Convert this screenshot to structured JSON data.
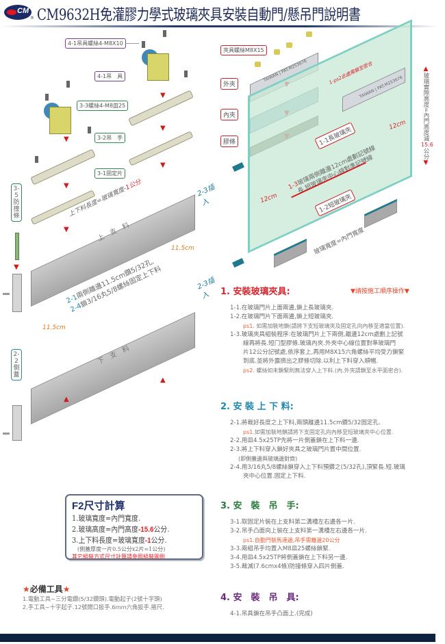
{
  "header": {
    "logo_text": "CM",
    "registered_mark": "®",
    "title": "CM9632H免灌膠力學式玻璃夾具安裝自動門/懸吊門說明書"
  },
  "diagram": {
    "left_labels": {
      "hanger_screw": "4-1吊具螺絲4-M8X10",
      "hanger": "4-1吊　具",
      "screw_33": "3-3螺絲4-M8皿25",
      "hang_hand": "3-2吊　手",
      "fixing_plate": "3-1固定片",
      "bumper_strip": "3-5\n防\n撞\n條",
      "side_cover": "2-2\n側\n蓋"
    },
    "rail_text": {
      "length_formula_prefix": "上下料長度=玻璃寬度",
      "length_formula_suffix": "-1公分",
      "upper_rail": "上　支　料",
      "lower_rail": "下　支　料",
      "dist_115_a": "11.5cm",
      "dist_115_b": "11.5cm",
      "drill_note_1_prefix": "2-1",
      "drill_note_1": "兩側離邊11.5cm鑽5/32孔,",
      "drill_note_2_prefix": "2-4",
      "drill_note_2": "鎖3/16丸5/8螺絲固定上下料",
      "insert_upper": "2-3插入",
      "insert_lower": "2-3插入"
    },
    "right_labels": {
      "clamp_screw": "夾具螺絲M8X15",
      "outer_clamp": "外夾",
      "inner_clamp": "內夾",
      "rubber_strip": "膠條",
      "ps2_note": "1-ps2此處需鎖至密合",
      "clip_brand": "TAIWAN | PAT.M253676",
      "long_clamp": "1-1長玻璃夾",
      "short_clamp": "1-2短玻璃夾",
      "mark_note_prefix": "1-3",
      "mark_note_line1": "玻璃兩側離邊12cm處劃記號線",
      "mark_note_line2": "長.短玻璃夾中心線對準記號線",
      "dist_12_right": "12cm",
      "dist_12_left": "12cm",
      "glass_width": "玻璃寬度=內門寬度",
      "glass_height_label": "玻璃實際高度=內門高度減",
      "glass_height_value": "15.6",
      "glass_height_unit": "公分"
    }
  },
  "sections": [
    {
      "title": "1. 安裝玻璃夾具:",
      "order_note": "▼請按施工順序操作▼",
      "lines": [
        {
          "type": "step",
          "text": "1-1.在玻璃門片上面兩邊,鎖上長玻璃夾."
        },
        {
          "type": "step",
          "text": "1-2.在玻璃門片下面兩邊,鎖上短玻璃夾."
        },
        {
          "type": "ps",
          "label": "ps1.",
          "text": " 如需加裝地鎖(請將下支短玻璃夾及固定孔向內移至適當位置)."
        },
        {
          "type": "step",
          "text": "1-3.玻璃夾具組裝程序:在玻璃門片上下兩側,離邊12cm處劃上記號"
        },
        {
          "type": "indent",
          "text": "線再將長.短冂型膠條.玻璃內夾.外夾中心線位置對準玻璃門"
        },
        {
          "type": "indent",
          "text": "片12公分記號處,依序套上,再用M8X15六角螺絲平均受力鎖緊"
        },
        {
          "type": "indent",
          "text": "到底.並將外露擠出之膠條切除.以利上下料穿入順暢."
        },
        {
          "type": "ps",
          "label": "ps2.",
          "text": " 螺絲如未鎖緊則無法穿入上下料.(內.外夾請鎖至水平面密合)."
        }
      ]
    },
    {
      "title": "2. 安 裝 上 下 料:",
      "lines": [
        {
          "type": "step",
          "text": "2-1.將裁好長度之上下料,兩頭離邊11.5cm鑽5/32固定孔."
        },
        {
          "type": "ps",
          "label": "ps1.",
          "text": "如需加裝地鎖請將下支固定孔向內移至短玻璃夾中心位置."
        },
        {
          "type": "step",
          "text": "2-2.用皿4.5x25TP先將一片側蓋鎖在上下料一邊."
        },
        {
          "type": "step",
          "text": "2-3.將上下料穿入鎖好夾具之玻璃門片置中間位置."
        },
        {
          "type": "small",
          "text": "(即側蓋邊與玻璃邊對齊)"
        },
        {
          "type": "step",
          "text": "2-4.用3/16丸5/8螺絲鎖穿入上下料預鑽之(5/32孔),頂緊長.短.玻璃"
        },
        {
          "type": "indent",
          "text": "夾中心位置.固定上下料."
        }
      ]
    },
    {
      "title": "3. 安　裝　吊　手:",
      "lines": [
        {
          "type": "step",
          "text": "3-1.取固定片裝在上支料第二溝槽左右邊各一片."
        },
        {
          "type": "step",
          "text": "3-2.吊手凸面向上裝在上支料第一溝槽左右邊各一片."
        },
        {
          "type": "ps",
          "label": "ps1.",
          "text": "自動門裝馬達邊,吊手需離邊20公分"
        },
        {
          "type": "step",
          "text": "3-3.兩組吊手均置入M8皿25螺絲鎖緊."
        },
        {
          "type": "step",
          "text": "3-4.用皿4.5x25TP將側蓋鎖在上下料另一邊."
        },
        {
          "type": "step",
          "text": "3-5.裁減(7.6cmx4條)防撞條穿入四片側蓋."
        }
      ]
    },
    {
      "title": "4. 安　裝　吊　具:",
      "lines": [
        {
          "type": "step",
          "text": "4-1.吊具鎖在吊手凸面上.(完成)"
        }
      ]
    }
  ],
  "f2_box": {
    "title": "F2尺寸計算",
    "line1": "1.玻璃寬度=內門寬度.",
    "line2_prefix": "2.玻璃高度=內門高度",
    "line2_value": "-15.6",
    "line2_suffix": "公分.",
    "line3_prefix": "3.上下料長度=玻璃寬度",
    "line3_value": "-1",
    "line3_suffix": "公分.",
    "note": "(側蓋厚度一片0.5公分x2片=1公分)",
    "red_note": "其它組裝方式尺寸計算請參照組裝圖例"
  },
  "tools": {
    "star": "★",
    "title": "必備工具",
    "line1": "1.電動工具~三分電鑽(5/32鑽頭).電動起子(2號十字頭)",
    "line2": "2.手工具~十字起子.12號開口扳手.6mm六角扳手.捲尺."
  },
  "colors": {
    "title_navy": "#1e2a55",
    "sec1_red": "#d7262d",
    "sec2_blue": "#1f87b0",
    "sec3_green": "#2a7a3e",
    "sec4_purple": "#6a2a7a",
    "ps_orange": "#e8623a",
    "glass_green": "#c8e8d6",
    "footer_navy": "#0e2240"
  }
}
